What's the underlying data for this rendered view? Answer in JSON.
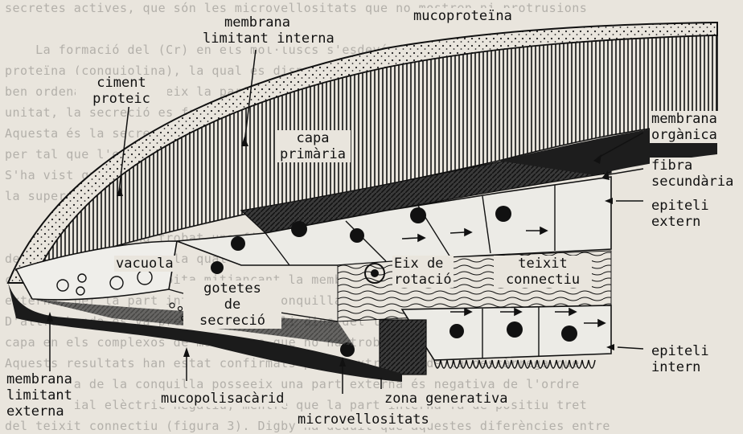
{
  "background_text": [
    "secretes actives, que són les microvellositats que no mostren ni protrusions",
    "",
    "    La formació del (Cr) en els mol·luscs s'esdevé dins una matriu de",
    "proteïna (conquiolina), la qual es disposa segons una estructura",
    "ben ordenada que segueix la part interna o perifèrica de cada",
    "unitat, la secreció es fa segons la direcció de l'aragonita o calcita.",
    "Aquesta és la secreció de la membrana limitant interna, necessària",
    "per tal que l'epiteli del mantell mostri la conquilla.",
    "S'ha vist que el mantell segrega les capes de la closca sobre el mantell,",
    "la superfície interna de la capa de closca.",
    "",
    "    Digby (1968) ha trobat una fina membrana orgànica a la closca",
    "dels bivalves marins, la qual s'entreteixeix entre l'epiteli i el",
    "cristall que es precipita mitjançant la membrana de mar, en la cara",
    "externa, per la part interna de la conquilla i el mantell present.",
    "D'altra banda es va presentar un nucli dins del teixit connectiu i la",
    "capa en els complexos de mol·luscs que no ha trobat en conquilles.",
    "Aquests resultats han estat confirmats per l'extracció de la descàrrega que",
    "la vàlvula de la conquilla posseeix una part externa és negativa de l'ordre",
    "de potencial elèctric negatiu, mentre que la part interna fa de positiu tret",
    "del teixit connectiu (figura 3). Digby ha deduït que aquestes diferències entre"
  ],
  "labels": {
    "mucoproteina": "mucoproteïna",
    "membrana_limitant_interna": [
      "membrana",
      "limitant interna"
    ],
    "ciment_proteic": [
      "ciment",
      "proteic"
    ],
    "membrana_organica": [
      "membrana",
      "orgànica"
    ],
    "capa_primaria": [
      "capa",
      "primària"
    ],
    "fibra_secundaria": [
      "fibra",
      "secundària"
    ],
    "epiteli_extern": [
      "epiteli",
      "extern"
    ],
    "vacuola": "vacuola",
    "eix_de_rotacio": [
      "Eix de",
      "rotació"
    ],
    "teixit_connectiu": [
      "teixit",
      "connectiu"
    ],
    "gotetes_de_secrecio": [
      "gotetes",
      "de",
      "secreció"
    ],
    "epiteli_intern": [
      "epiteli",
      "intern"
    ],
    "membrana_limitant_externa": [
      "membrana",
      "limitant",
      "externa"
    ],
    "mucopolisacarid": "mucopolisacàrid",
    "zona_generativa": "zona generativa",
    "microvellositats": "microvellositats"
  },
  "colors": {
    "paper": "#e9e5dd",
    "ink": "#111111",
    "faded_text": "#b3b0aa"
  }
}
